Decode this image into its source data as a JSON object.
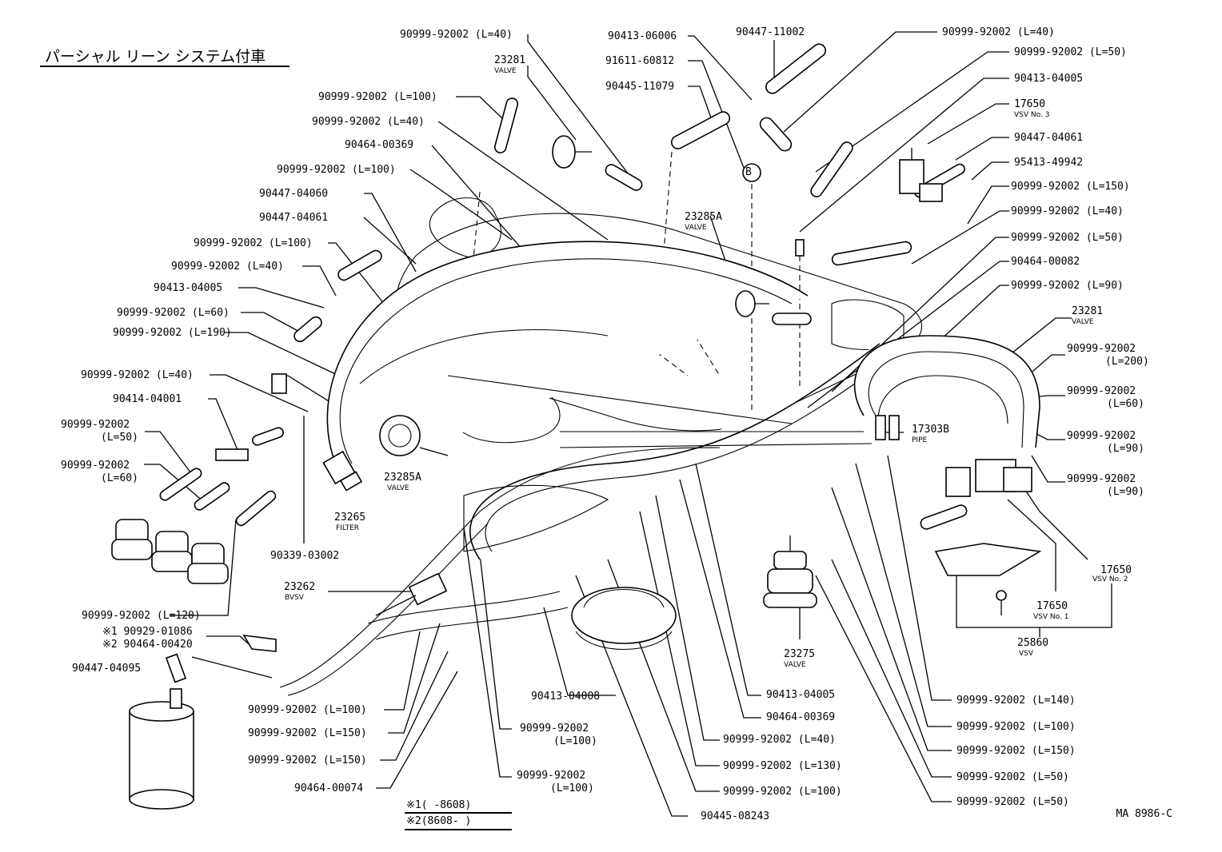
{
  "title": "パーシャル リーン システム付車",
  "marker_b": "B",
  "reference_code": "MA 8986-C",
  "footnotes": {
    "f1": "※1(      -8608)",
    "f2": "※2(8608-      )"
  },
  "labels": {
    "l01": "90999-92002 (L=40)",
    "l02": "23281",
    "l02s": "VALVE",
    "l03": "90999-92002 (L=100)",
    "l04": "90999-92002 (L=40)",
    "l05": "90464-00369",
    "l06": "90999-92002 (L=100)",
    "l07": "90447-04060",
    "l08": "90447-04061",
    "l09": "90999-92002 (L=100)",
    "l10": "90999-92002 (L=40)",
    "l11": "90413-04005",
    "l12": "90999-92002 (L=60)",
    "l13": "90999-92002 (L=190)",
    "l14": "90999-92002 (L=40)",
    "l15": "90414-04001",
    "l16a": "90999-92002",
    "l16b": "(L=50)",
    "l17a": "90999-92002",
    "l17b": "(L=60)",
    "l18": "23285A",
    "l18s": "VALVE",
    "l19": "23265",
    "l19s": "FILTER",
    "l20": "90339-03002",
    "l21": "23262",
    "l21s": "BVSV",
    "l22": "90999-92002 (L=120)",
    "l23": "※1 90929-01086",
    "l24": "※2 90464-00420",
    "l25": "90447-04095",
    "l26": "90999-92002 (L=100)",
    "l27": "90999-92002 (L=150)",
    "l28": "90999-92002 (L=150)",
    "l29": "90464-00074",
    "l30": "90413-06006",
    "l31": "91611-60812",
    "l32": "90445-11079",
    "l33": "90447-11002",
    "l34": "23285A",
    "l34s": "VALVE",
    "l35": "90999-92002 (L=40)",
    "l36": "90999-92002 (L=50)",
    "l37": "90413-04005",
    "l38": "17650",
    "l38s": "VSV No. 3",
    "l39": "90447-04061",
    "l40": "95413-49942",
    "l41": "90999-92002 (L=150)",
    "l42": "90999-92002 (L=40)",
    "l43": "90999-92002 (L=50)",
    "l44": "90464-00082",
    "l45": "90999-92002 (L=90)",
    "l46": "23281",
    "l46s": "VALVE",
    "l47a": "90999-92002",
    "l47b": "(L=200)",
    "l48a": "90999-92002",
    "l48b": "(L=60)",
    "l49": "17303B",
    "l49s": "PIPE",
    "l50a": "90999-92002",
    "l50b": "(L=90)",
    "l51a": "90999-92002",
    "l51b": "(L=90)",
    "l52": "17650",
    "l52s": "VSV No. 2",
    "l53": "17650",
    "l53s": "VSV No. 1",
    "l54": "25860",
    "l54s": "VSV",
    "l55": "23275",
    "l55s": "VALVE",
    "l56": "90413-04008",
    "l57a": "90999-92002",
    "l57b": "(L=100)",
    "l58a": "90999-92002",
    "l58b": "(L=100)",
    "l59": "90413-04005",
    "l60": "90464-00369",
    "l61": "90999-92002 (L=40)",
    "l62": "90999-92002 (L=130)",
    "l63": "90999-92002 (L=100)",
    "l64": "90445-08243",
    "l65": "90999-92002 (L=140)",
    "l66": "90999-92002 (L=100)",
    "l67": "90999-92002 (L=150)",
    "l68": "90999-92002 (L=50)",
    "l69": "90999-92002 (L=50)"
  }
}
